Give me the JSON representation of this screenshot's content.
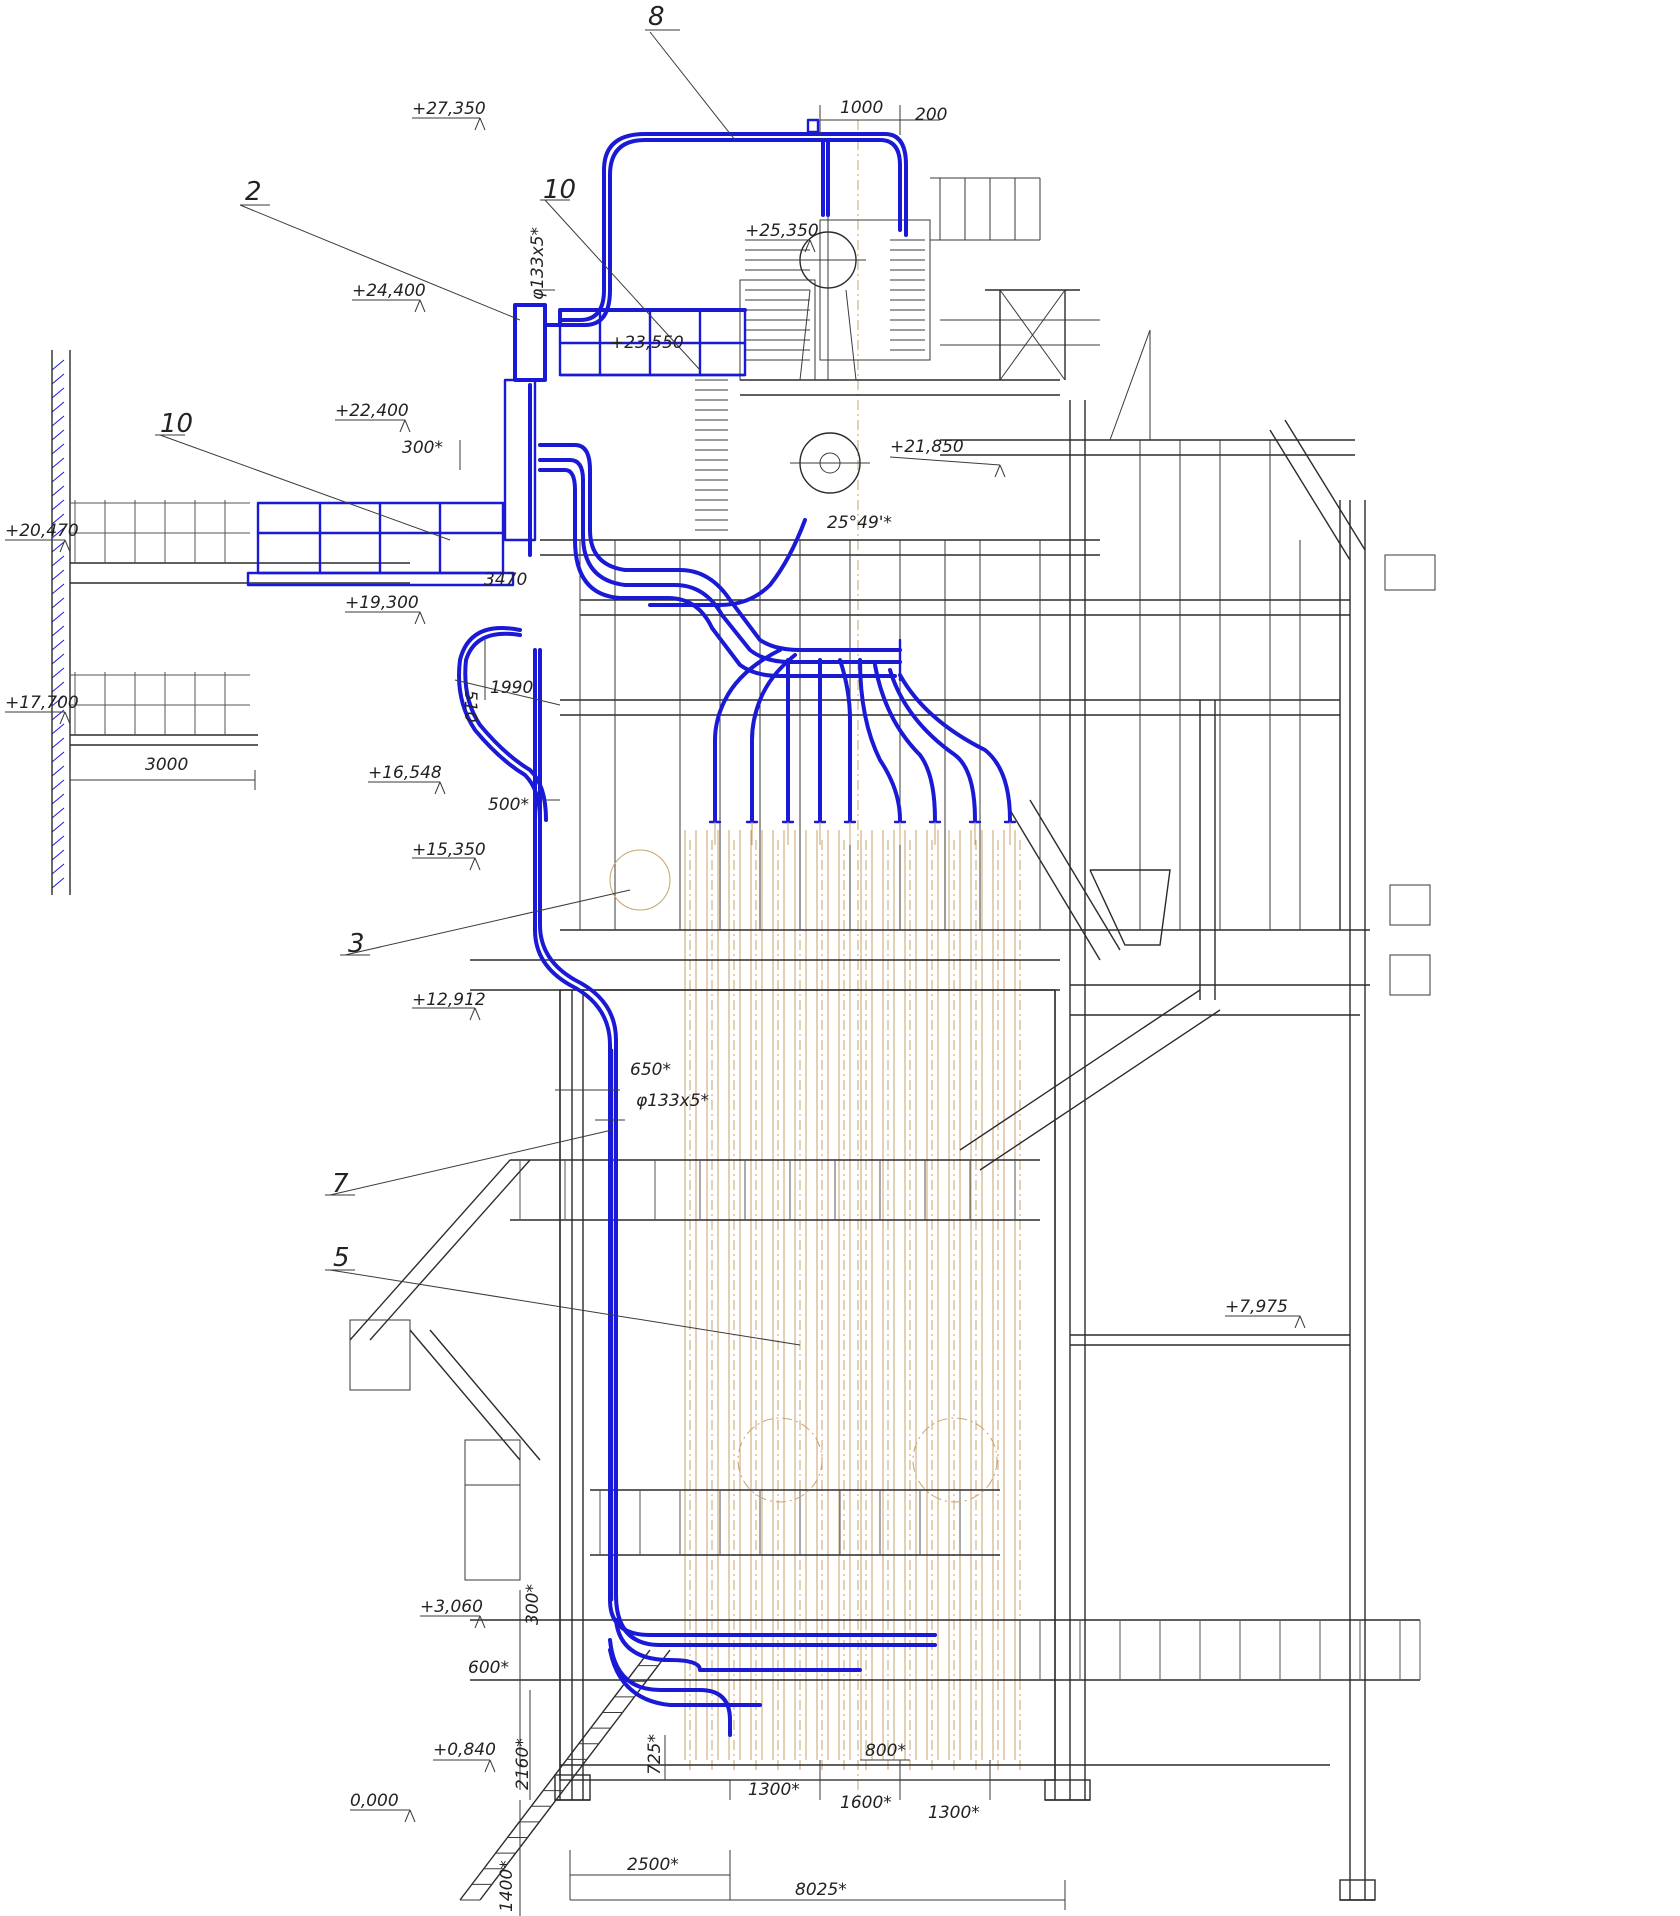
{
  "colors": {
    "pipe": "#1a1ad6",
    "structure": "#2b2b2b",
    "reference_lines": "#c9a26a"
  },
  "elevations": {
    "e27350": "+27,350",
    "e25350": "+25,350",
    "e24400": "+24,400",
    "e23550": "+23,550",
    "e22400": "+22,400",
    "e21850": "+21,850",
    "e20470": "+20,470",
    "e19300": "+19,300",
    "e17700": "+17,700",
    "e16548": "+16,548",
    "e15350": "+15,350",
    "e12912": "+12,912",
    "e7975": "+7,975",
    "e3060": "+3,060",
    "e0840": "+0,840",
    "e0000": "0,000"
  },
  "dimensions": {
    "d1000": "1000",
    "d200": "200",
    "pipe_top": "φ133x5*",
    "d300_top": "300*",
    "d3470": "3470",
    "d510": "510",
    "d1990": "1990",
    "d3000": "3000",
    "d500": "500*",
    "d650": "650*",
    "pipe_mid": "φ133x5*",
    "angle": "25°49'*",
    "d300_bottom": "300*",
    "d600": "600*",
    "d2160": "2160*",
    "d725": "725*",
    "d800": "800*",
    "d1300_left": "1300*",
    "d1600": "1600*",
    "d1300_right": "1300*",
    "d2500": "2500*",
    "d8025": "8025*",
    "d1400": "1400*"
  },
  "position_labels": {
    "p8": "8",
    "p2": "2",
    "p10_top": "10",
    "p10_left": "10",
    "p3": "3",
    "p7": "7",
    "p5": "5"
  }
}
